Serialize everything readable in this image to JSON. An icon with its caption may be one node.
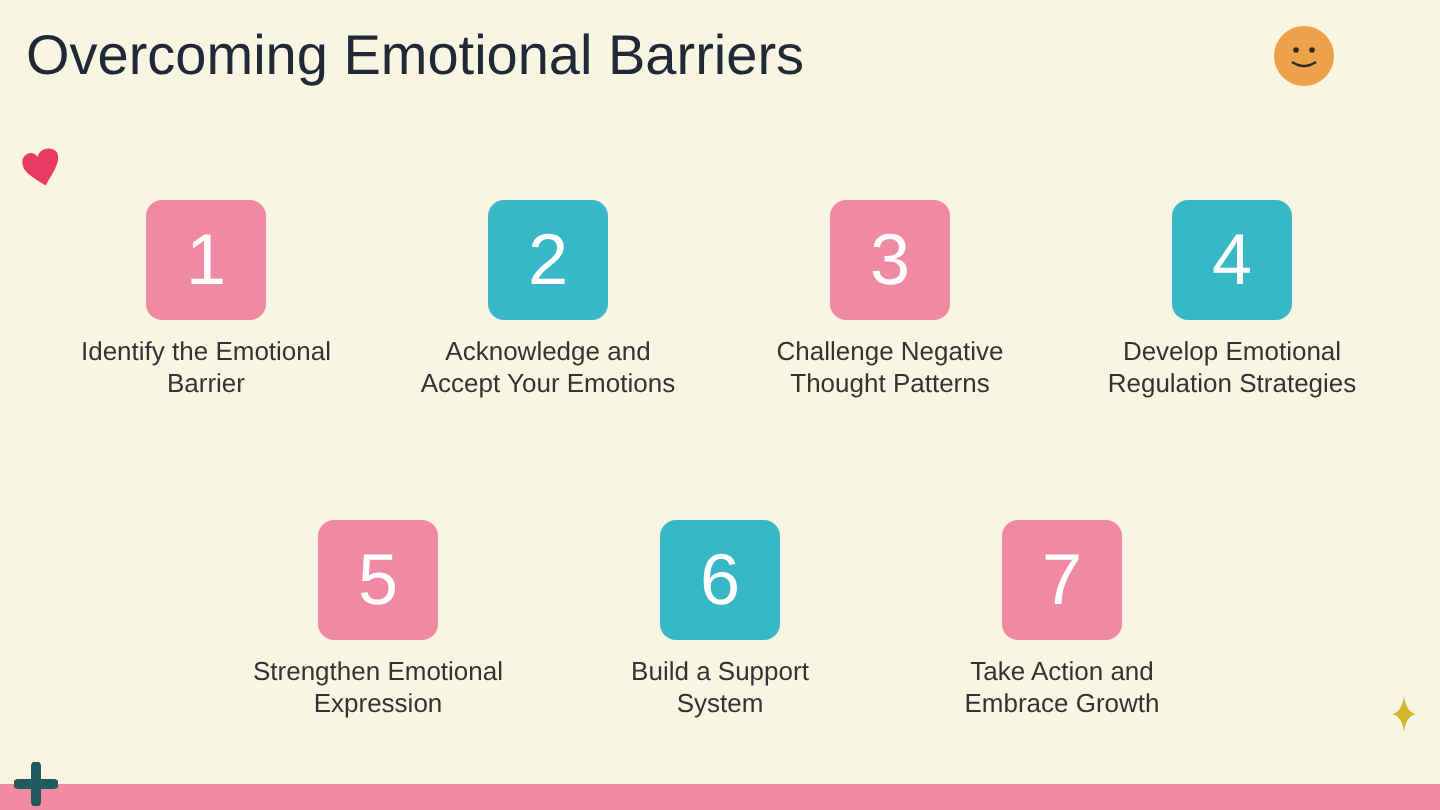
{
  "diagram": {
    "title": "Overcoming Emotional Barriers",
    "nodes": [
      {
        "text": [
          "1"
        ],
        "beside": [
          "Identify the Emotional Barrier"
        ]
      },
      {
        "text": [
          "2"
        ],
        "beside": [
          "Acknowledge and Accept Your Emotions"
        ]
      },
      {
        "text": [
          "3"
        ],
        "beside": [
          "Challenge Negative Thought Patterns"
        ]
      },
      {
        "text": [
          "4"
        ],
        "beside": [
          "Develop Emotional Regulation Strategies"
        ]
      },
      {
        "text": [
          "5"
        ],
        "beside": [
          "Strengthen Emotional Expression"
        ]
      },
      {
        "text": [
          "6"
        ],
        "beside": [
          "Build a Support System"
        ]
      },
      {
        "text": [
          "7"
        ],
        "beside": [
          "Take Action and Embrace Growth"
        ]
      }
    ],
    "edges": []
  }
}
